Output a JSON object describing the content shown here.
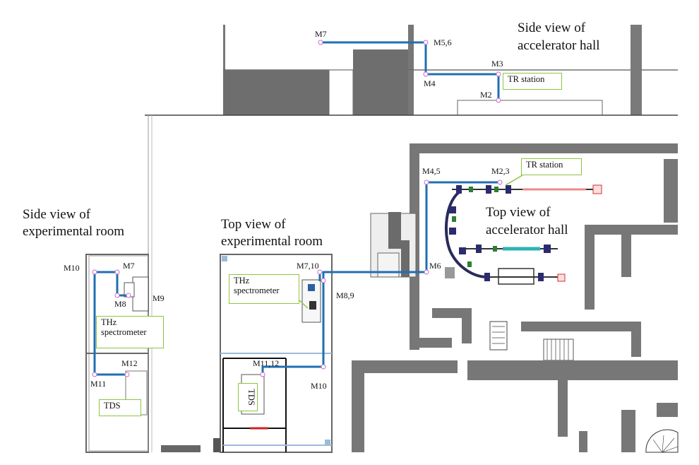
{
  "titles": {
    "side_accel": [
      "Side view of",
      "accelerator hall"
    ],
    "top_accel": [
      "Top view of",
      "accelerator hall"
    ],
    "side_exp": [
      "Side view of",
      "experimental room"
    ],
    "top_exp": [
      "Top view of",
      "experimental room"
    ]
  },
  "boxes": {
    "tr_station_side": "TR station",
    "tr_station_top": "TR station",
    "thz_side": [
      "THz",
      "spectrometer"
    ],
    "thz_top": [
      "THz",
      "spectrometer"
    ],
    "tds_side": "TDS",
    "tds_top": "TDS"
  },
  "mirrors": {
    "side_accel": {
      "m7": "M7",
      "m56": "M5,6",
      "m3": "M3",
      "m4": "M4",
      "m2": "M2"
    },
    "top_accel": {
      "m45": "M4,5",
      "m23": "M2,3",
      "m6": "M6"
    },
    "top_exp": {
      "m710": "M7,10",
      "m89": "M8,9",
      "m1112": "M11,12",
      "m10": "M10"
    },
    "side_exp": {
      "m10": "M10",
      "m7": "M7",
      "m8": "M8",
      "m9": "M9",
      "m12": "M12",
      "m11": "M11"
    }
  },
  "colors": {
    "beam": "#1f6fb2",
    "box_border": "#8cc63f",
    "wall": "#7a7a7a",
    "shielding": "#6b6b6b"
  }
}
